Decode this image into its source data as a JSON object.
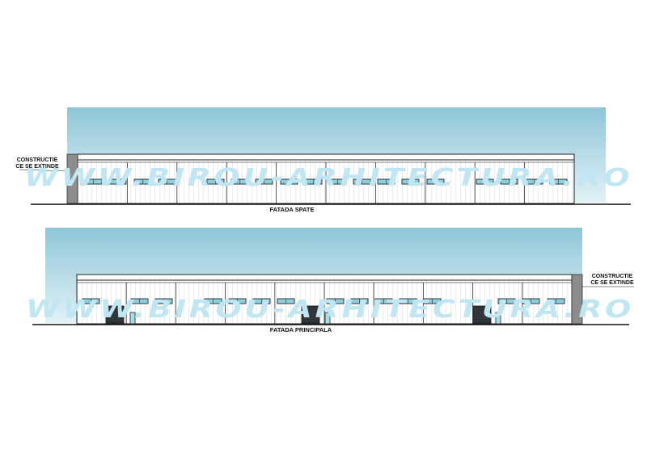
{
  "sheet": {
    "watermark": "WWW.BIROU-ARHITECTURA.RO",
    "colors": {
      "sky_top": "#8ec6d6",
      "sky_bottom": "#e2f2f7",
      "wall_outline": "#222222",
      "window_glass": "#8fcfdc",
      "door_dark": "#2a2f33",
      "annex_gray": "#8c8c8c",
      "watermark": "#bfe6f2"
    }
  },
  "elevations": [
    {
      "id": "rear",
      "title": "FATADA SPATE",
      "annex_label_line1": "CONSTRUCTIE",
      "annex_label_line2": "CE SE EXTINDE",
      "annex_side": "left"
    },
    {
      "id": "front",
      "title": "FATADA PRINCIPALA",
      "annex_label_line1": "CONSTRUCTIE",
      "annex_label_line2": "CE SE EXTINDE",
      "annex_side": "right"
    }
  ]
}
